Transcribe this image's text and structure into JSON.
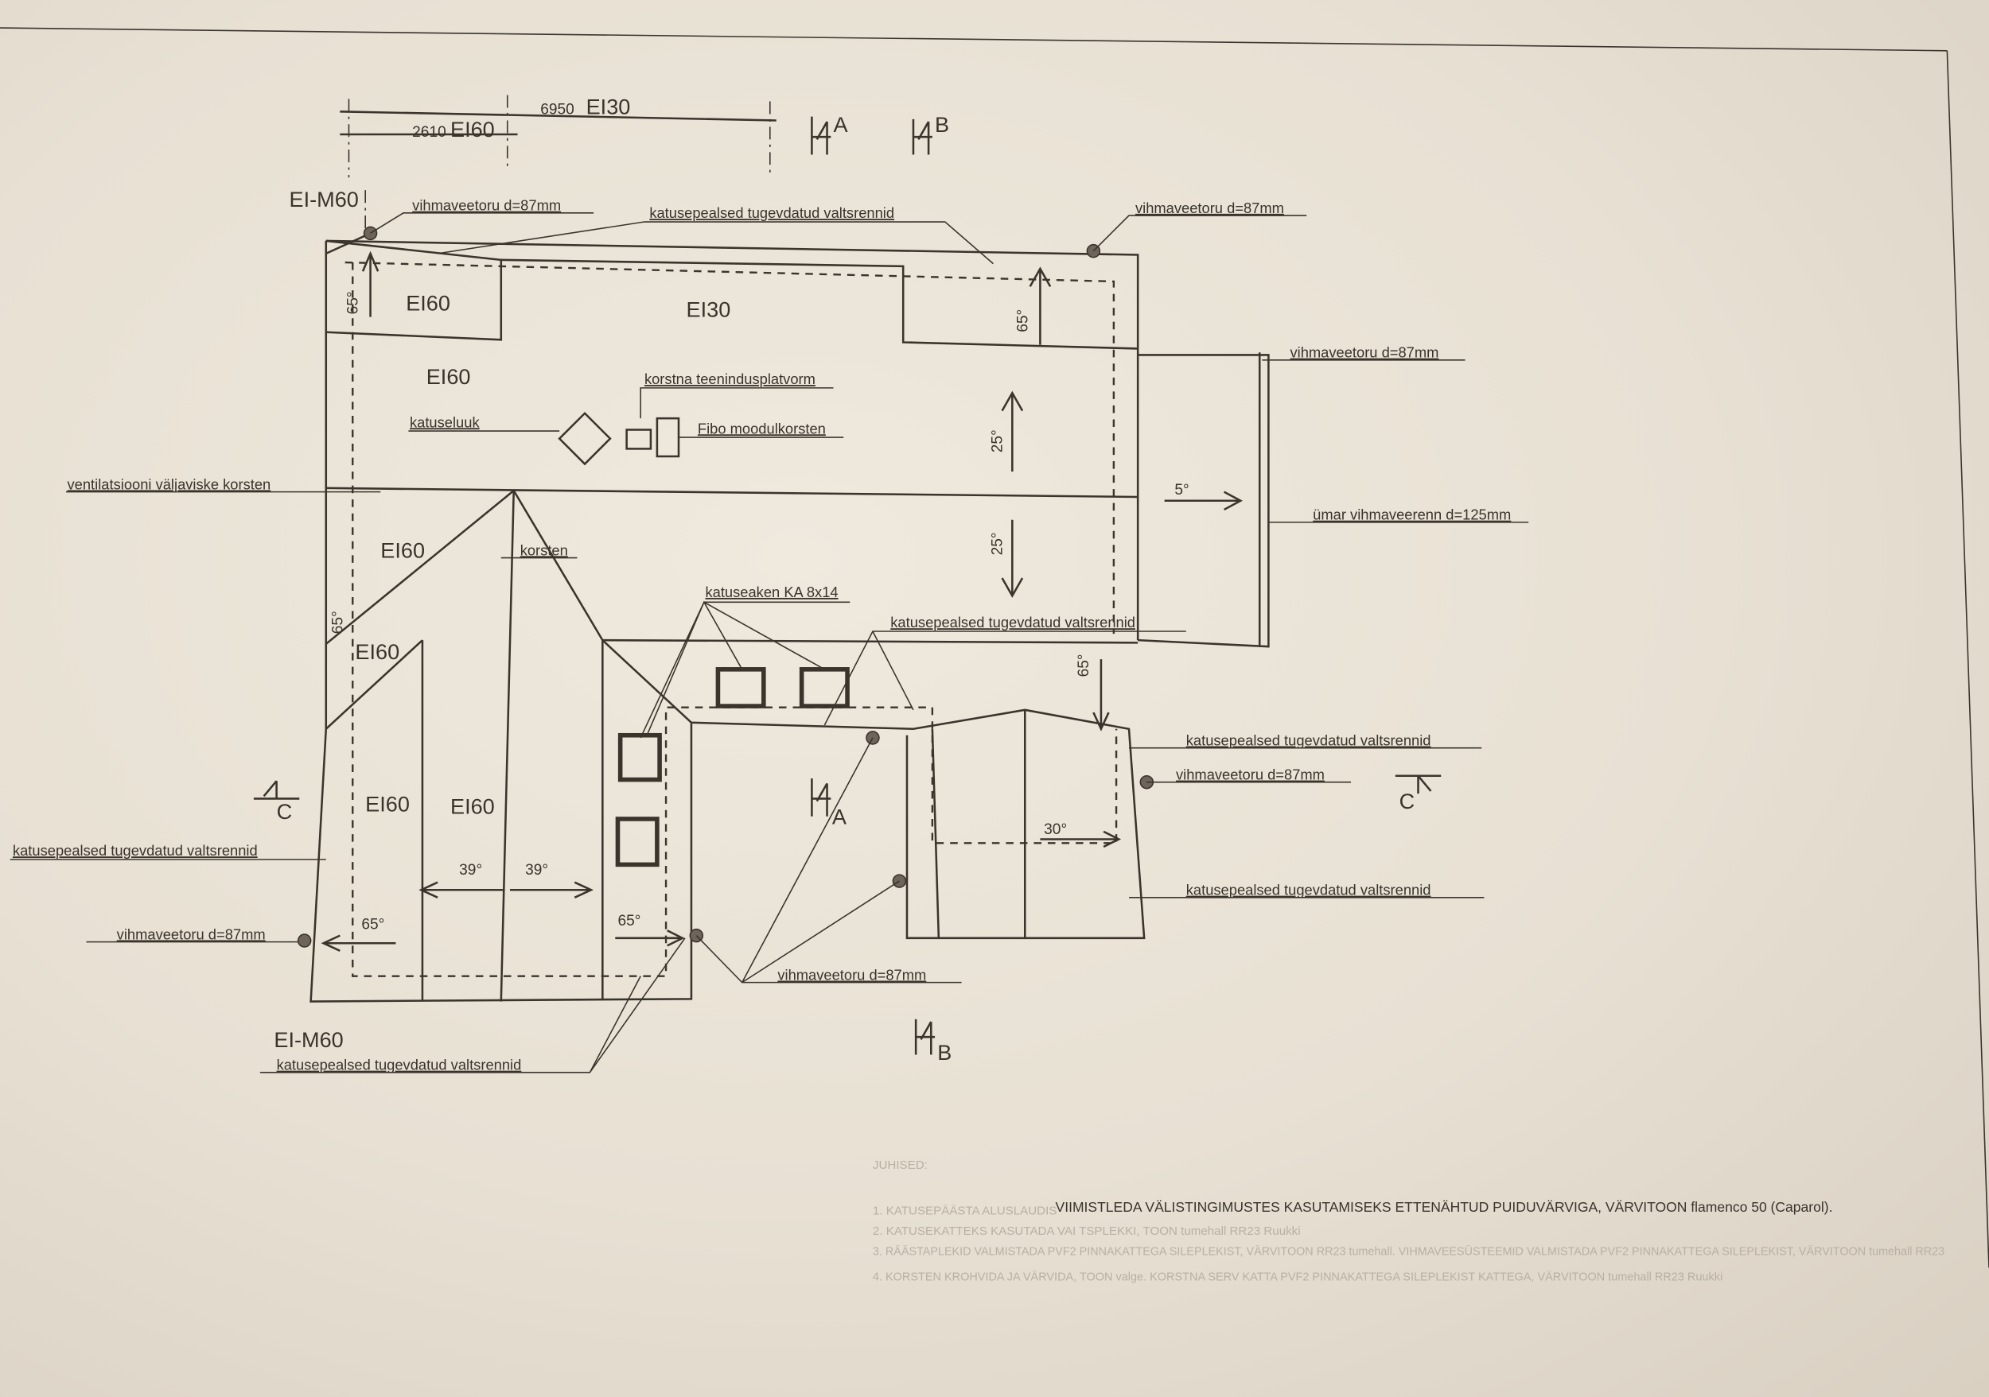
{
  "dimensions": {
    "d1": "6950",
    "d1_zone": "EI30",
    "d2": "2610",
    "d2_zone": "EI60"
  },
  "section_marks": {
    "a": "A",
    "b": "B",
    "c": "C"
  },
  "zones": {
    "ei_m60_top": "EI-M60",
    "ei_m60_bottom": "EI-M60",
    "ei60_a": "EI60",
    "ei30": "EI30",
    "ei60_b": "EI60",
    "ei60_c": "EI60",
    "ei60_d": "EI60",
    "ei60_e": "EI60",
    "ei60_f": "EI60"
  },
  "labels": {
    "downpipe": "vihmaveetoru d=87mm",
    "gutters": "katusepealsed tugevdatud valtsrennid",
    "chimney_platform": "korstna teenindusplatvorm",
    "roof_hatch": "katuseluuk",
    "fibo_chimney": "Fibo moodulkorsten",
    "vent_chimney": "ventilatsiooni väljaviske korsten",
    "chimney": "korsten",
    "roof_window": "katuseaken KA 8x14",
    "round_gutter": "ümar vihmaveerenn d=125mm"
  },
  "slopes": {
    "s65": "65°",
    "s25": "25°",
    "s5": "5°",
    "s30": "30°",
    "s39": "39°"
  },
  "notes": {
    "heading": "JUHISED:",
    "n1_faint": "1. KATUSEPÄÄSTA ALUSLAUDIS",
    "n1": "VIIMISTLEDA VÄLISTINGIMUSTES KASUTAMISEKS ETTENÄHTUD PUIDUVÄRVIGA, VÄRVITOON flamenco 50 (Caparol).",
    "n2": "2. KATUSEKATTEKS KASUTADA VAI TSPLEKKI, TOON tumehall RR23 Ruukki",
    "n3": "3. RÄÄSTAPLEKID VALMISTADA PVF2 PINNAKATTEGA SILEPLEKIST, VÄRVITOON RR23 tumehall. VIHMAVEESÜSTEEMID VALMISTADA PVF2 PINNAKATTEGA SILEPLEKIST, VÄRVITOON tumehall RR23",
    "n4": "4. KORSTEN KROHVIDA JA VÄRVIDA, TOON valge. KORSTNA SERV KATTA PVF2 PINNAKATTEGA SILEPLEKIST KATTEGA, VÄRVITOON tumehall RR23 Ruukki"
  }
}
